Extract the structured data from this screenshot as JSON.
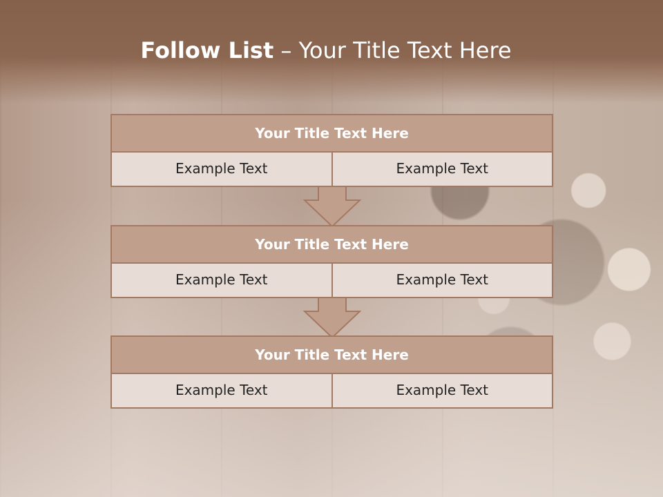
{
  "slide": {
    "title_bold": "Follow List",
    "title_rest": " – Your Title Text Here"
  },
  "blocks": [
    {
      "heading": "Your Title Text Here",
      "left": "Example Text",
      "right": "Example Text"
    },
    {
      "heading": "Your Title Text Here",
      "left": "Example Text",
      "right": "Example Text"
    },
    {
      "heading": "Your Title Text Here",
      "left": "Example Text",
      "right": "Example Text"
    }
  ],
  "colors": {
    "header": "#8b6650",
    "block_header": "#c0a08d",
    "block_border": "#a47963",
    "cell_fill": "#e8dcd7"
  }
}
